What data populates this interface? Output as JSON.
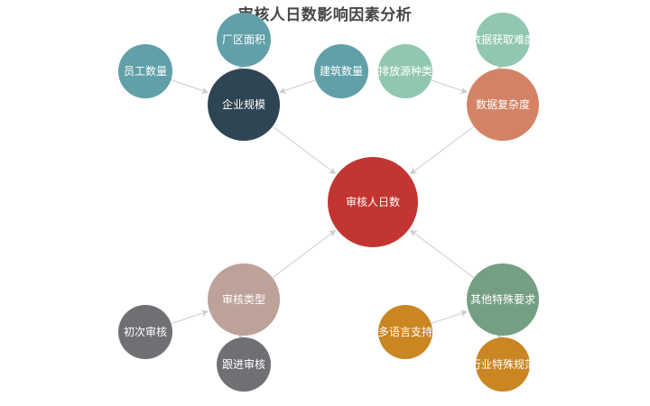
{
  "title": "审核人日数影响因素分析",
  "nodes": [
    {
      "id": "center",
      "label": "审核人日数",
      "color": "#c23531"
    },
    {
      "id": "scale",
      "label": "企业规模",
      "color": "#2f4554"
    },
    {
      "id": "employee",
      "label": "员工数量",
      "color": "#61a0a8"
    },
    {
      "id": "plant",
      "label": "厂区面积",
      "color": "#61a0a8"
    },
    {
      "id": "building",
      "label": "建筑数量",
      "color": "#61a0a8"
    },
    {
      "id": "data",
      "label": "数据复杂度",
      "color": "#d48265"
    },
    {
      "id": "emission",
      "label": "排放源种类",
      "color": "#91c7ae"
    },
    {
      "id": "acquire",
      "label": "数据获取难度",
      "color": "#91c7ae"
    },
    {
      "id": "type",
      "label": "审核类型",
      "color": "#bda29a"
    },
    {
      "id": "initial",
      "label": "初次审核",
      "color": "#6e7074"
    },
    {
      "id": "followup",
      "label": "跟进审核",
      "color": "#6e7074"
    },
    {
      "id": "special",
      "label": "其他特殊要求",
      "color": "#749f83"
    },
    {
      "id": "lang",
      "label": "多语言支持",
      "color": "#ca8622"
    },
    {
      "id": "industry",
      "label": "行业特殊规范",
      "color": "#ca8622"
    }
  ],
  "edges": [
    {
      "from": "employee",
      "to": "scale"
    },
    {
      "from": "plant",
      "to": "scale"
    },
    {
      "from": "building",
      "to": "scale"
    },
    {
      "from": "emission",
      "to": "data"
    },
    {
      "from": "acquire",
      "to": "data"
    },
    {
      "from": "initial",
      "to": "type"
    },
    {
      "from": "followup",
      "to": "type"
    },
    {
      "from": "lang",
      "to": "special"
    },
    {
      "from": "industry",
      "to": "special"
    },
    {
      "from": "scale",
      "to": "center"
    },
    {
      "from": "data",
      "to": "center"
    },
    {
      "from": "type",
      "to": "center"
    },
    {
      "from": "special",
      "to": "center"
    }
  ]
}
